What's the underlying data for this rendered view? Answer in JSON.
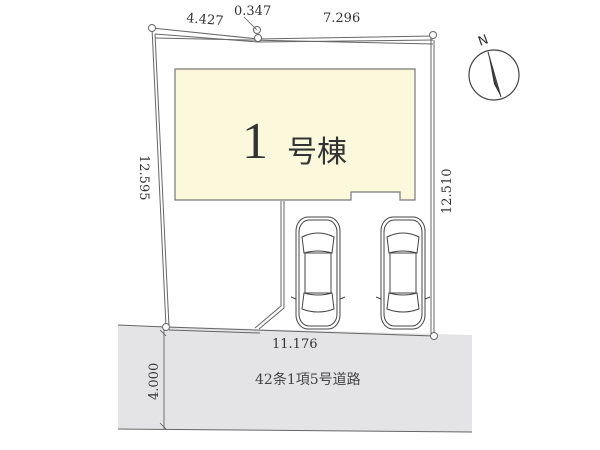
{
  "site_plan": {
    "building": {
      "number": "1",
      "suffix": "号棟",
      "fill_color": "#fbf8dc",
      "outline_color": "#777777"
    },
    "dimensions": {
      "top_left": "4.427",
      "top_middle": "0.347",
      "top_right": "7.296",
      "left_side": "12.595",
      "right_side": "12.510",
      "bottom_frontage": "11.176",
      "road_width": "4.000"
    },
    "road": {
      "label": "42条1項5号道路",
      "fill_color": "#e4e4e6"
    },
    "compass": {
      "label": "N",
      "icon": "north-arrow-icon"
    },
    "parking": {
      "cars": [
        {
          "id": "car-1",
          "icon": "car-top-view-icon"
        },
        {
          "id": "car-2",
          "icon": "car-top-view-icon"
        }
      ]
    }
  }
}
